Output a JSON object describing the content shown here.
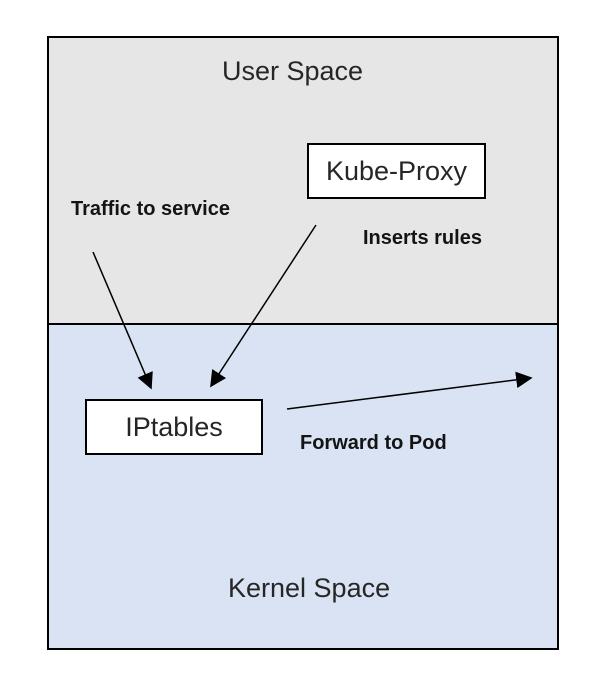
{
  "diagram": {
    "background_color": "#ffffff",
    "stroke_color": "#000000",
    "regions": {
      "user_space": {
        "label": "User Space",
        "fill": "#e7e6e6"
      },
      "kernel_space": {
        "label": "Kernel Space",
        "fill": "#dae3f3"
      }
    },
    "nodes": {
      "kube_proxy": {
        "label": "Kube-Proxy",
        "fill": "#ffffff"
      },
      "iptables": {
        "label": "IPtables",
        "fill": "#ffffff"
      }
    },
    "annotations": {
      "traffic_to_service": "Traffic to service",
      "inserts_rules": "Inserts rules",
      "forward_to_pod": "Forward to Pod"
    },
    "arrows": [
      {
        "name": "traffic-into-iptables",
        "label": "Traffic to service",
        "to": "iptables"
      },
      {
        "name": "kube-proxy-inserts-rules",
        "label": "Inserts rules",
        "from": "kube_proxy",
        "to": "iptables"
      },
      {
        "name": "iptables-forward-to-pod",
        "label": "Forward to Pod",
        "from": "iptables"
      }
    ]
  }
}
